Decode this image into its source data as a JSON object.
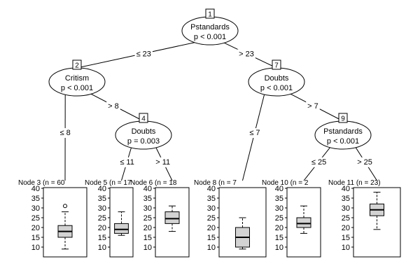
{
  "inner_nodes": [
    {
      "id": "1",
      "variable": "Pstandards",
      "pvalue": "p < 0.001"
    },
    {
      "id": "2",
      "variable": "Critism",
      "pvalue": "p < 0.001"
    },
    {
      "id": "4",
      "variable": "Doubts",
      "pvalue": "p = 0.003"
    },
    {
      "id": "7",
      "variable": "Doubts",
      "pvalue": "p < 0.001"
    },
    {
      "id": "9",
      "variable": "Pstandards",
      "pvalue": "p < 0.001"
    }
  ],
  "edges": [
    {
      "from": "1",
      "to": "2",
      "label": "≤ 23"
    },
    {
      "from": "1",
      "to": "7",
      "label": "> 23"
    },
    {
      "from": "2",
      "to": "3",
      "label": "≤ 8"
    },
    {
      "from": "2",
      "to": "4",
      "label": "> 8"
    },
    {
      "from": "4",
      "to": "5",
      "label": "≤ 11"
    },
    {
      "from": "4",
      "to": "6",
      "label": "> 11"
    },
    {
      "from": "7",
      "to": "8",
      "label": "≤ 7"
    },
    {
      "from": "7",
      "to": "9",
      "label": "> 7"
    },
    {
      "from": "9",
      "to": "10",
      "label": "≤ 25"
    },
    {
      "from": "9",
      "to": "11",
      "label": "> 25"
    }
  ],
  "terminal_nodes": [
    {
      "id": "3",
      "label": "Node 3 (n = 60",
      "min": 9,
      "q1": 15,
      "median": 18,
      "q3": 21,
      "max": 28,
      "outliers": [
        31
      ]
    },
    {
      "id": "5",
      "label": "Node 5 (n = 17",
      "min": 16,
      "q1": 17,
      "median": 19,
      "q3": 22,
      "max": 28,
      "outliers": []
    },
    {
      "id": "6",
      "label": "Node 6 (n = 18",
      "min": 18,
      "q1": 22,
      "median": 24.5,
      "q3": 28,
      "max": 31,
      "outliers": []
    },
    {
      "id": "8",
      "label": "Node 8 (n = 7",
      "min": 9,
      "q1": 10,
      "median": 15,
      "q3": 20,
      "max": 25,
      "outliers": []
    },
    {
      "id": "10",
      "label": "Node 10 (n = 2",
      "min": 17,
      "q1": 20,
      "median": 22,
      "q3": 25,
      "max": 31,
      "outliers": []
    },
    {
      "id": "11",
      "label": "Node 11 (n = 23)",
      "min": 19,
      "q1": 26,
      "median": 29,
      "q3": 32,
      "max": 38,
      "outliers": []
    }
  ],
  "y_axis": {
    "min": 10,
    "max": 40,
    "ticks": [
      "10",
      "15",
      "20",
      "25",
      "30",
      "35",
      "40"
    ]
  }
}
